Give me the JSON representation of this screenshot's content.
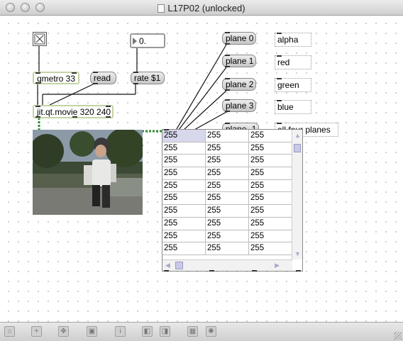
{
  "window": {
    "title": "L17P02 (unlocked)"
  },
  "objects": {
    "qmetro": "qmetro 33",
    "read": "read",
    "rate": "rate $1",
    "float_value": "0.",
    "movie": "jit.qt.movie 320 240"
  },
  "plane_messages": [
    "plane 0",
    "plane 1",
    "plane 2",
    "plane 3",
    "plane -1"
  ],
  "plane_comments": [
    "alpha",
    "red",
    "green",
    "blue",
    "all four planes"
  ],
  "cellblock": {
    "rows": [
      [
        "255",
        "255",
        "255"
      ],
      [
        "255",
        "255",
        "255"
      ],
      [
        "255",
        "255",
        "255"
      ],
      [
        "255",
        "255",
        "255"
      ],
      [
        "255",
        "255",
        "255"
      ],
      [
        "255",
        "255",
        "255"
      ],
      [
        "255",
        "255",
        "255"
      ],
      [
        "255",
        "255",
        "255"
      ],
      [
        "255",
        "255",
        "255"
      ],
      [
        "255",
        "255",
        "255"
      ]
    ],
    "selected_cell": [
      0,
      0
    ]
  },
  "bottom_toolbar": {
    "icons": [
      "lock-icon",
      "add-object-icon",
      "move-icon",
      "presentation-icon",
      "inspector-icon",
      "front-icon",
      "back-icon",
      "grid-icon",
      "snap-icon"
    ]
  },
  "colors": {
    "patchcord_matrix": "#2e8b2e",
    "selected_cell": "#d8d8ec"
  }
}
